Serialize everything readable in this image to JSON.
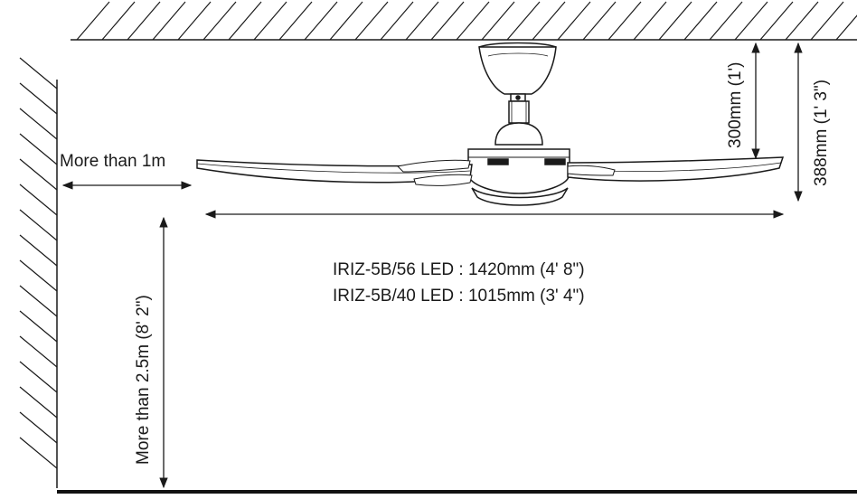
{
  "labels": {
    "side_clearance": "More than 1m",
    "ceiling_to_blade": "300mm (1')",
    "ceiling_to_bottom": "388mm (1' 3\")",
    "floor_clearance": "More than 2.5m (8' 2\")"
  },
  "models": [
    {
      "text": "IRIZ-5B/56 LED : 1420mm (4' 8\")"
    },
    {
      "text": "IRIZ-5B/40 LED : 1015mm (3' 4\")"
    }
  ],
  "colors": {
    "line": "#1a1a1a",
    "background": "#ffffff"
  }
}
